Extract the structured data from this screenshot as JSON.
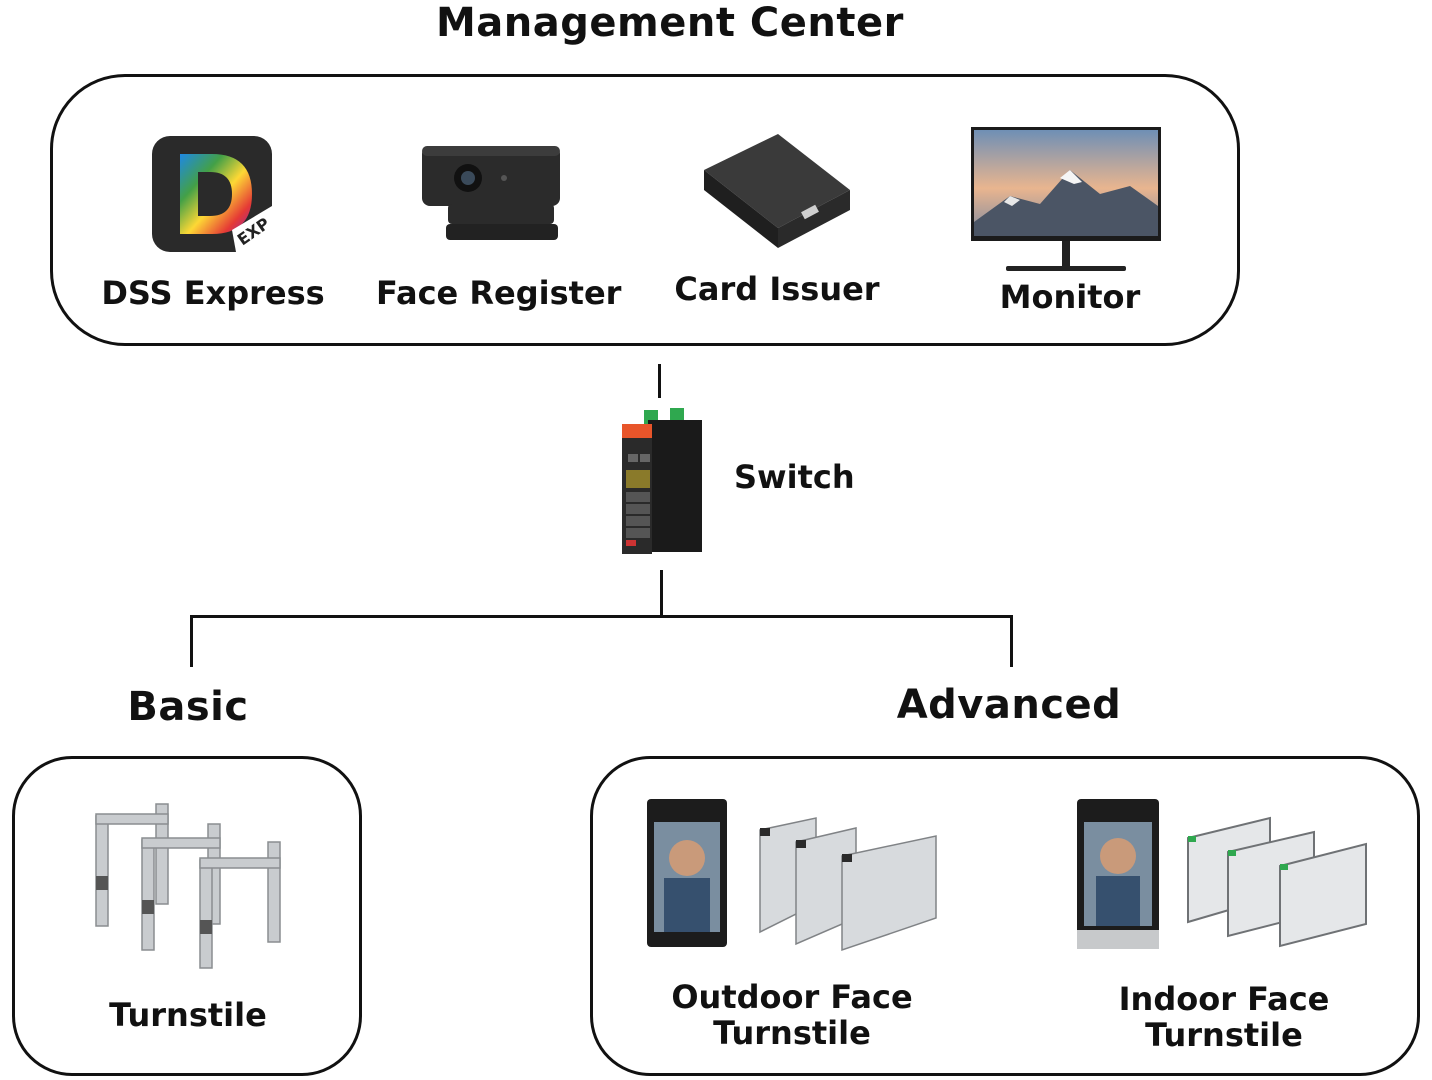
{
  "management": {
    "title": "Management Center",
    "devices": [
      {
        "label": "DSS Express",
        "icon": "dss-express-app-icon"
      },
      {
        "label": "Face Register",
        "icon": "webcam-icon"
      },
      {
        "label": "Card Issuer",
        "icon": "card-reader-icon"
      },
      {
        "label": "Monitor",
        "icon": "monitor-icon"
      }
    ],
    "app_badge": "EXP"
  },
  "switch": {
    "label": "Switch",
    "icon": "network-switch-icon"
  },
  "basic": {
    "title": "Basic",
    "devices": [
      {
        "label": "Turnstile",
        "icon": "turnstile-icon"
      }
    ]
  },
  "advanced": {
    "title": "Advanced",
    "devices": [
      {
        "label_line1": "Outdoor Face",
        "label_line2": "Turnstile",
        "icon": "face-terminal-turnstile-icon"
      },
      {
        "label_line1": "Indoor Face",
        "label_line2": "Turnstile",
        "icon": "face-terminal-turnstile-icon"
      }
    ]
  },
  "colors": {
    "line": "#111111",
    "background": "#ffffff",
    "switch_orange": "#e8552a",
    "switch_green": "#2fa84f"
  }
}
